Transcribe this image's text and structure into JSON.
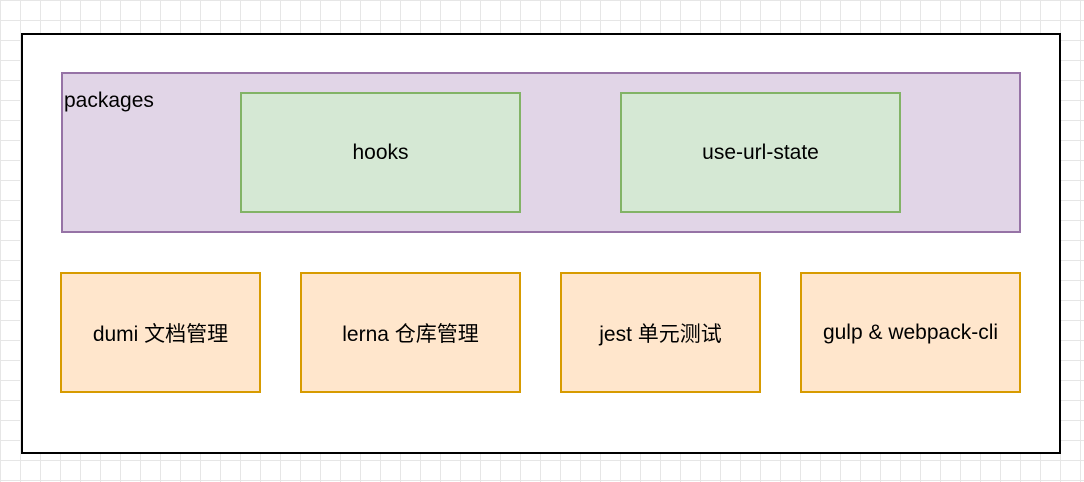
{
  "packages": {
    "label": "packages",
    "items": [
      {
        "label": "hooks"
      },
      {
        "label": "use-url-state"
      }
    ]
  },
  "tools": [
    {
      "label": "dumi 文档管理"
    },
    {
      "label": "lerna 仓库管理"
    },
    {
      "label": "jest 单元测试"
    },
    {
      "label": "gulp & webpack-cli"
    }
  ],
  "colors": {
    "packages_fill": "#e1d5e7",
    "packages_stroke": "#9673a6",
    "package_fill": "#d5e8d4",
    "package_stroke": "#82b366",
    "tool_fill": "#ffe6cc",
    "tool_stroke": "#d79b00",
    "container_stroke": "#000000"
  }
}
